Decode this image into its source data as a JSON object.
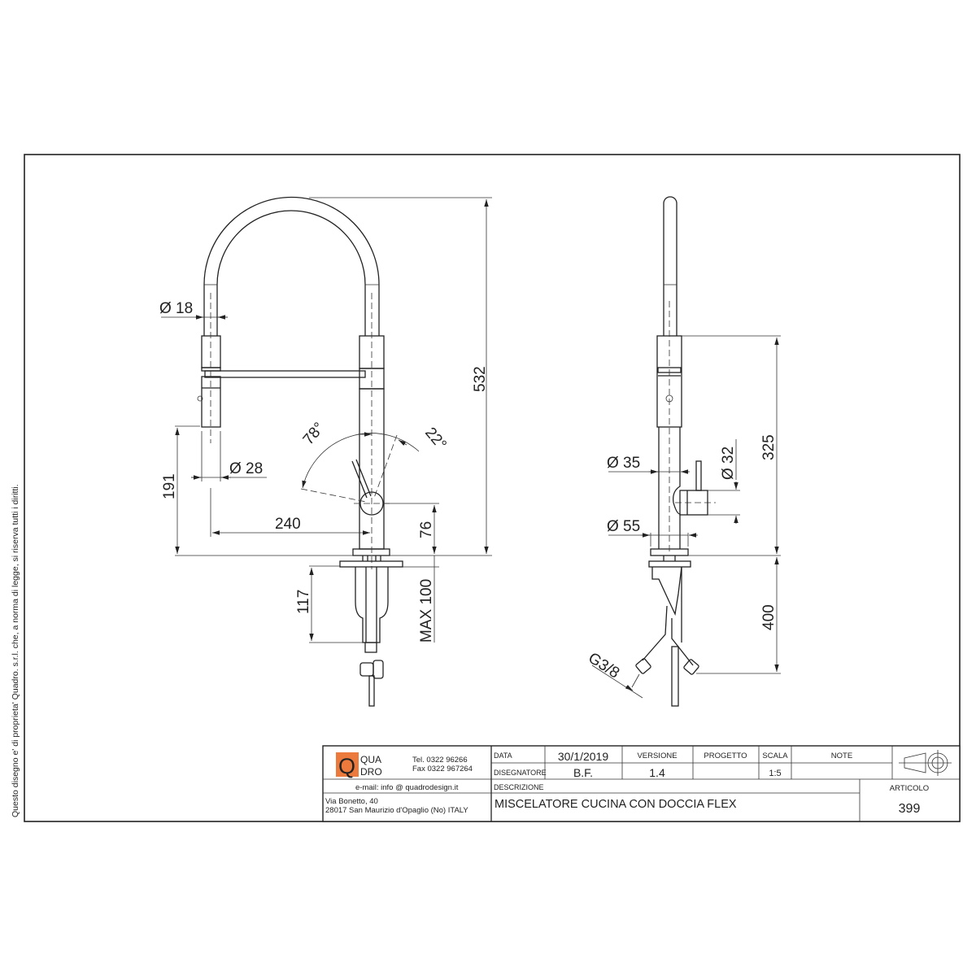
{
  "side_note": "Questo disegno e' di proprieta' Quadro. s.r.l. che, a norma di legge, si riserva tutti i diritti.",
  "drawing": {
    "front": {
      "height_total": "532",
      "dia_hose": "Ø 18",
      "dia_head": "Ø 28",
      "height_spout": "191",
      "reach": "240",
      "lever_height": "76",
      "angle_left": "78°",
      "angle_right": "22°",
      "below_length": "117",
      "max_deck": "MAX 100"
    },
    "side": {
      "dia_body": "Ø 35",
      "dia_base": "Ø 55",
      "dia_lever": "Ø 32",
      "height_sleeve": "325",
      "hose_length": "400",
      "thread": "G3/8"
    }
  },
  "title_block": {
    "logo_top": "QUA",
    "logo_bottom": "DRO",
    "logo_letter": "Q",
    "logo_color": "#ec7a3c",
    "tel": "Tel. 0322 96266",
    "fax": "Fax 0322 967264",
    "email": "e-mail:  info @ quadrodesign.it",
    "address1": "Via Bonetto, 40",
    "address2": "28017 San Maurizio d'Opaglio (No) ITALY",
    "data_label": "DATA",
    "data_value": "30/1/2019",
    "versione_label": "VERSIONE",
    "versione_value": "1.4",
    "progetto_label": "PROGETTO",
    "progetto_value": "",
    "scala_label": "SCALA",
    "scala_value": "1:5",
    "note_label": "NOTE",
    "disegnatore_label": "DISEGNATORE",
    "disegnatore_value": "B.F.",
    "descrizione_label": "DESCRIZIONE",
    "descrizione_value": "MISCELATORE CUCINA CON DOCCIA FLEX",
    "articolo_label": "ARTICOLO",
    "articolo_value": "399"
  }
}
